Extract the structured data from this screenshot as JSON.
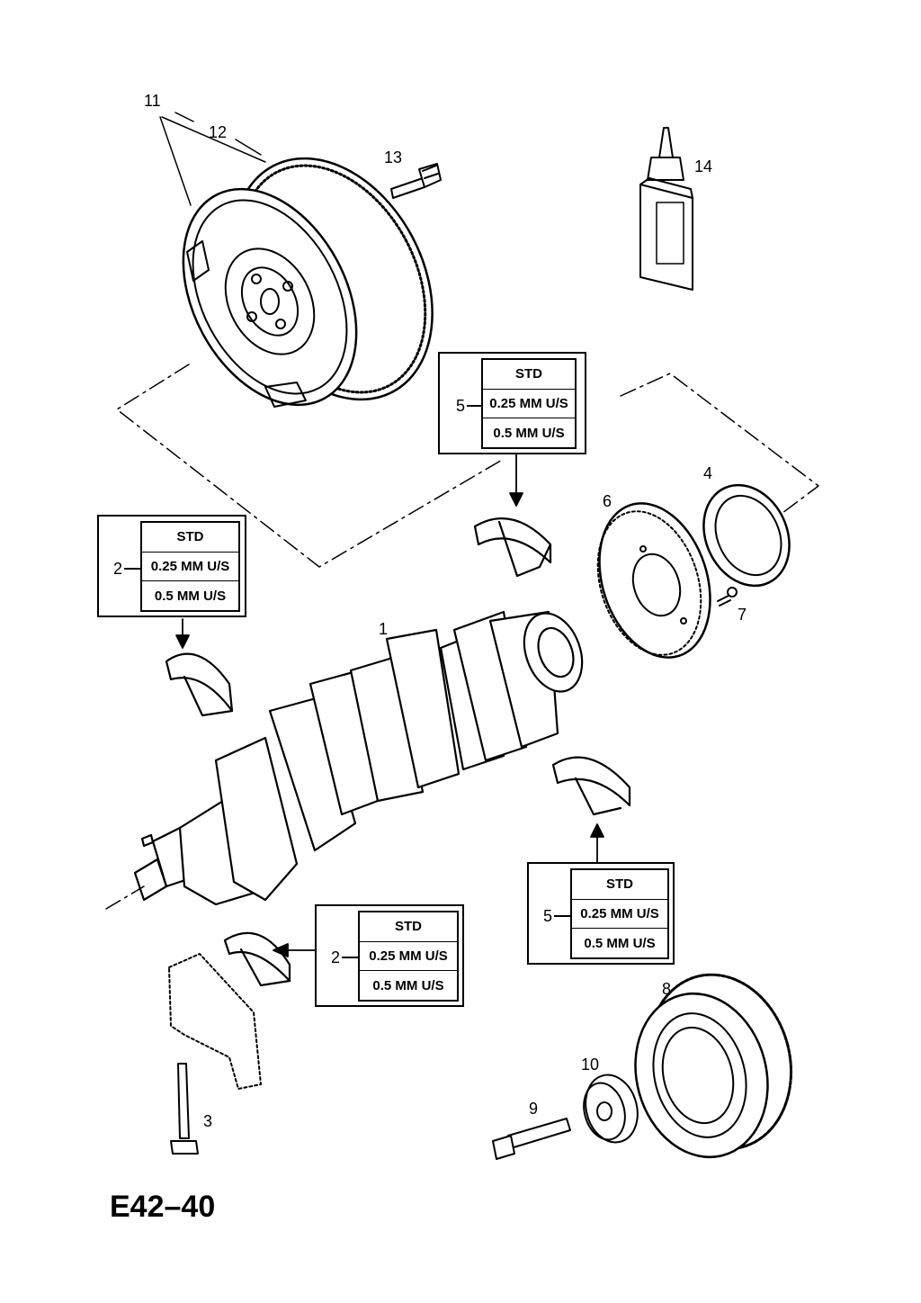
{
  "diagram_code": "E42–40",
  "callouts": {
    "c1": "1",
    "c2": "2",
    "c3": "3",
    "c4": "4",
    "c5": "5",
    "c6": "6",
    "c7": "7",
    "c8": "8",
    "c9": "9",
    "c10": "10",
    "c11": "11",
    "c12": "12",
    "c13": "13",
    "c14": "14"
  },
  "size_tables": [
    {
      "ref": "5",
      "rows": [
        "STD",
        "0.25  MM U/S",
        "0.5  MM U/S"
      ]
    },
    {
      "ref": "2",
      "rows": [
        "STD",
        "0.25  MM U/S",
        "0.5  MM U/S"
      ]
    },
    {
      "ref": "5",
      "rows": [
        "STD",
        "0.25  MM U/S",
        "0.5  MM U/S"
      ]
    },
    {
      "ref": "2",
      "rows": [
        "STD",
        "0.25  MM U/S",
        "0.5  MM U/S"
      ]
    }
  ]
}
